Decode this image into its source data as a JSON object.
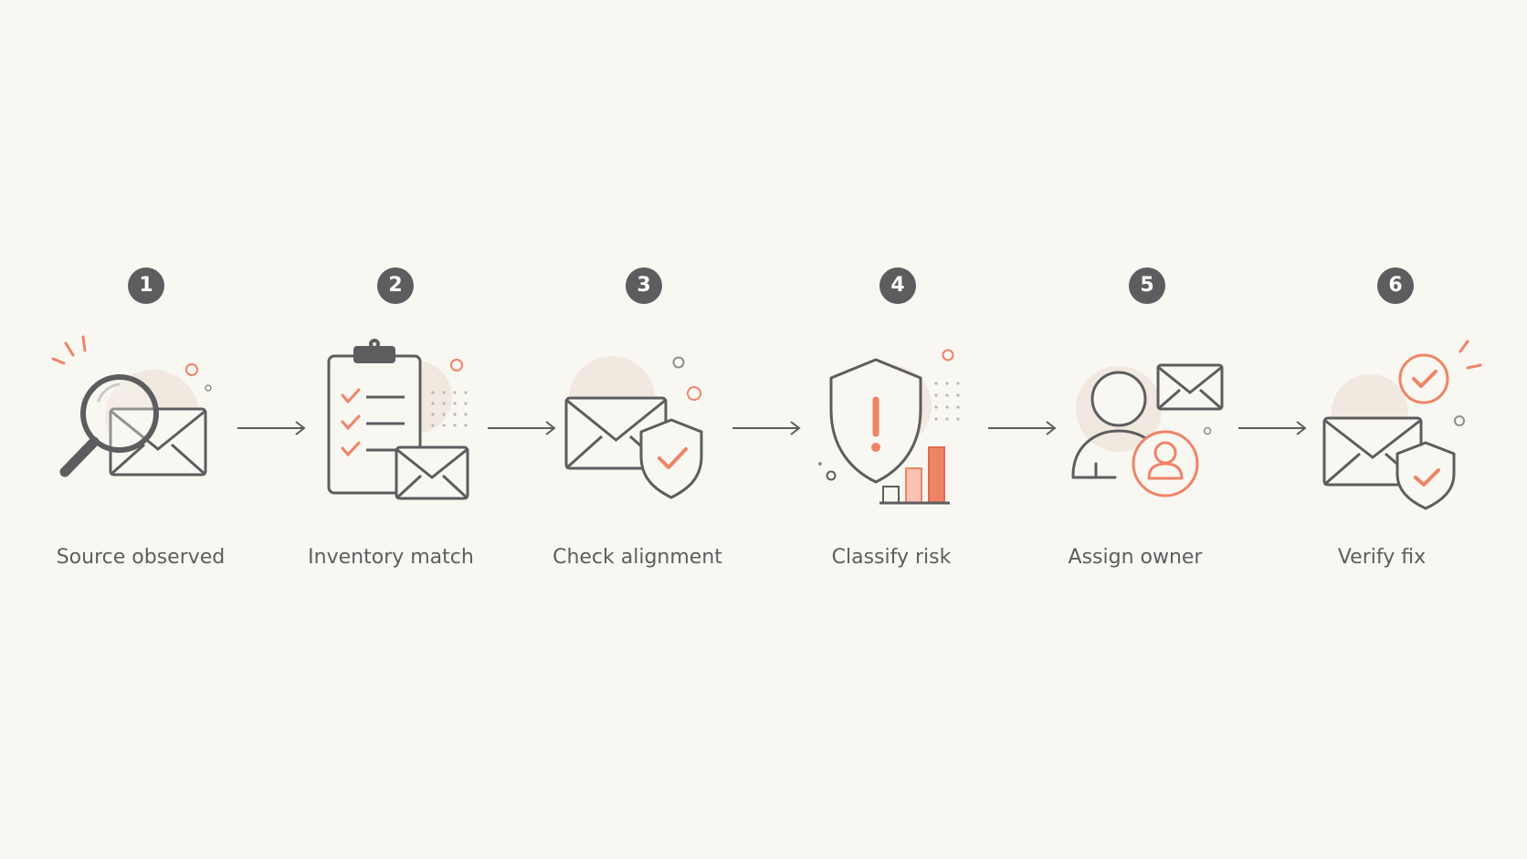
{
  "steps": [
    {
      "number": "1",
      "label": "Source observed",
      "icon": "magnifier-envelope-icon"
    },
    {
      "number": "2",
      "label": "Inventory match",
      "icon": "clipboard-checklist-envelope-icon"
    },
    {
      "number": "3",
      "label": "Check alignment",
      "icon": "envelope-shield-check-icon"
    },
    {
      "number": "4",
      "label": "Classify risk",
      "icon": "shield-alert-bar-chart-icon"
    },
    {
      "number": "5",
      "label": "Assign owner",
      "icon": "person-envelope-user-badge-icon"
    },
    {
      "number": "6",
      "label": "Verify fix",
      "icon": "envelope-shield-verified-icon"
    }
  ],
  "colors": {
    "background": "#f9f7f2",
    "stroke": "#5d5d60",
    "accent": "#ee8466",
    "accent_light": "#f6c3b2",
    "blob": "#f1e9e0",
    "badge": "#5d5d60"
  }
}
